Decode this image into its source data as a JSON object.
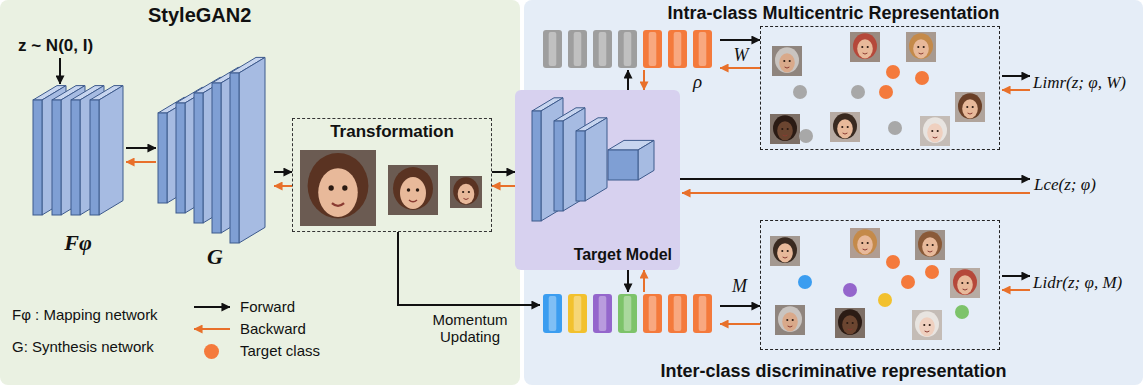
{
  "diagram": {
    "nodes": [
      {
        "text": [
          "StyleGAN2"
        ]
      },
      {
        "text": [
          "Intra-class Multicentric Representation",
          "Inter-class discriminative representation"
        ]
      },
      {
        "text": [
          "Fφ"
        ],
        "in": 0
      },
      {
        "text": [
          "G"
        ],
        "in": 0
      },
      {
        "text": [
          "Transformation"
        ],
        "in": 0
      },
      {
        "text": [
          "Target Model"
        ],
        "in": 1
      },
      {
        "text": [
          "ρ"
        ],
        "in": 1
      },
      {
        "text": [
          "Limr(z; φ, W)"
        ],
        "in": 1
      },
      {
        "text": [
          "Lidr(z; φ, M)"
        ],
        "in": 1
      },
      {
        "text": [
          "M"
        ],
        "in": 1
      }
    ],
    "edges": [
      {
        "from": 2,
        "to": 3,
        "arrow": "to"
      },
      {
        "from": 3,
        "to": 2,
        "arrow": "to"
      },
      {
        "from": 3,
        "to": 4,
        "arrow": "to"
      },
      {
        "from": 4,
        "to": 3,
        "arrow": "to"
      },
      {
        "from": 4,
        "to": 5,
        "arrow": "to"
      },
      {
        "from": 5,
        "to": 4,
        "arrow": "to"
      },
      {
        "from": 5,
        "to": 6,
        "arrow": "to"
      },
      {
        "from": 6,
        "to": 5,
        "arrow": "to"
      },
      {
        "from": 6,
        "to": 7,
        "label": "W",
        "arrow": "to"
      },
      {
        "from": 7,
        "to": 6,
        "arrow": "to"
      },
      {
        "from": 5,
        "to": 9,
        "arrow": "to"
      },
      {
        "from": 9,
        "to": 5,
        "arrow": "to"
      },
      {
        "from": 4,
        "to": 9,
        "label": "Momentum Updating",
        "arrow": "to"
      },
      {
        "from": 9,
        "to": 8,
        "arrow": "to"
      },
      {
        "from": 8,
        "to": 9,
        "arrow": "to"
      }
    ],
    "labels": [
      "z ~ N(0, I)",
      "Fφ : Mapping network",
      "G: Synthesis network",
      "Lce(z; φ)"
    ],
    "legend": [
      {
        "text": "Forward"
      },
      {
        "text": "Backward"
      },
      {
        "text": "Target class",
        "color": "#f47a3c"
      }
    ]
  }
}
